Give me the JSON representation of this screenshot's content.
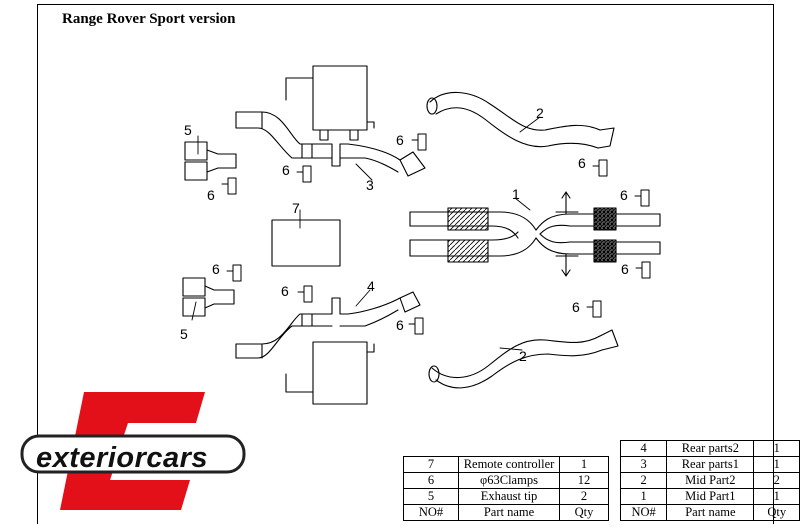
{
  "title": "Range Rover Sport version",
  "logo": {
    "text": "exteriorcars",
    "letter_mark": "E",
    "brand_color": "#e3101a"
  },
  "callouts": {
    "c1": "1",
    "c2a": "2",
    "c2b": "2",
    "c3": "3",
    "c4": "4",
    "c5a": "5",
    "c5b": "5",
    "c6a": "6",
    "c6b": "6",
    "c6c": "6",
    "c6d": "6",
    "c6e": "6",
    "c6f": "6",
    "c6g": "6",
    "c6h": "6",
    "c6i": "6",
    "c6j": "6",
    "c7": "7"
  },
  "bom_left": {
    "rows": [
      {
        "no": "7",
        "name": "Remote controller",
        "qty": "1"
      },
      {
        "no": "6",
        "name": "φ63Clamps",
        "qty": "12"
      },
      {
        "no": "5",
        "name": "Exhaust tip",
        "qty": "2"
      }
    ],
    "header": {
      "no": "NO#",
      "name": "Part name",
      "qty": "Qty"
    }
  },
  "bom_right": {
    "rows": [
      {
        "no": "4",
        "name": "Rear parts2",
        "qty": "1"
      },
      {
        "no": "3",
        "name": "Rear parts1",
        "qty": "1"
      },
      {
        "no": "2",
        "name": "Mid Part2",
        "qty": "2"
      },
      {
        "no": "1",
        "name": "Mid Part1",
        "qty": "1"
      }
    ],
    "header": {
      "no": "NO#",
      "name": "Part name",
      "qty": "Qty"
    }
  }
}
